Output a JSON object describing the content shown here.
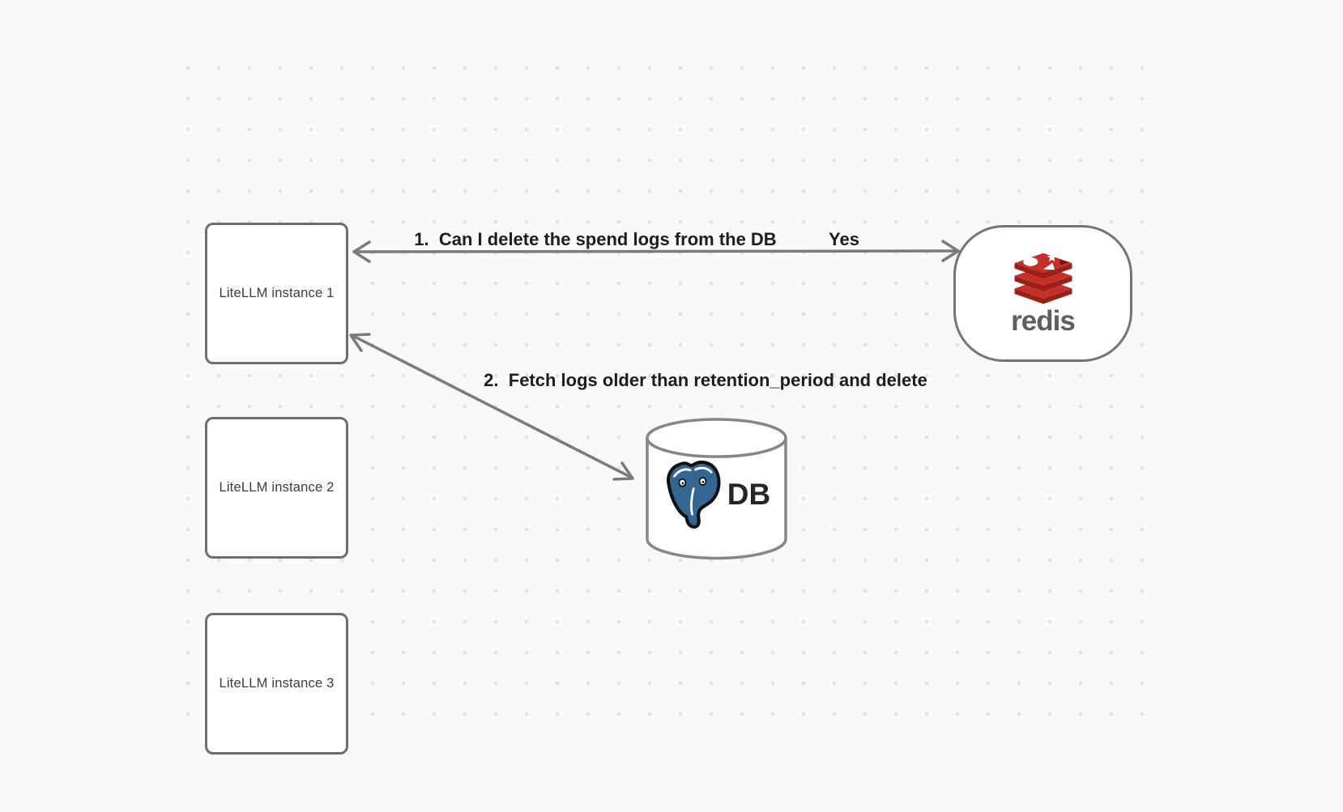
{
  "canvas": {
    "background_color": "#f9f9f9",
    "dot_color": "#e4e4e4",
    "stroke_color": "#6e6e6e"
  },
  "nodes": {
    "instance1": {
      "label": "LiteLLM instance 1"
    },
    "instance2": {
      "label": "LiteLLM instance 2"
    },
    "instance3": {
      "label": "LiteLLM instance 3"
    },
    "redis": {
      "label": "redis"
    },
    "db": {
      "label": "DB"
    }
  },
  "annotations": {
    "step1": "1.  Can I delete the spend logs from the DB",
    "step1_answer": "Yes",
    "step2": "2.  Fetch logs older than retention_period and delete"
  },
  "icons": {
    "redis_logo": "redis-stack-icon",
    "postgres_logo": "postgresql-elephant-icon",
    "database": "database-cylinder-icon"
  },
  "colors": {
    "redis_red": "#C6302B",
    "redis_red_dark": "#9A2116",
    "redis_wordmark_gray": "#5d5e60",
    "postgres_blue": "#336791",
    "label_text": "#1d1d1d"
  }
}
